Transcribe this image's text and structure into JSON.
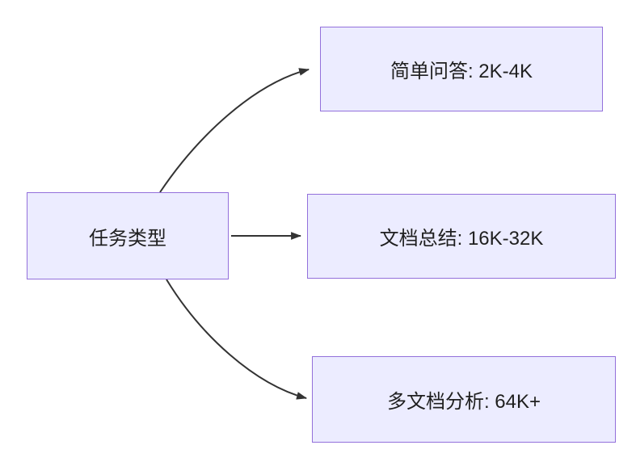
{
  "diagram": {
    "root": {
      "label": "任务类型"
    },
    "nodes": [
      {
        "label": "简单问答: 2K-4K"
      },
      {
        "label": "文档总结: 16K-32K"
      },
      {
        "label": "多文档分析: 64K+"
      }
    ],
    "colors": {
      "node_fill": "#ECECFF",
      "node_border": "#9370DB",
      "edge": "#333333",
      "text": "#1F1F1F",
      "background": "#FFFFFF"
    }
  }
}
